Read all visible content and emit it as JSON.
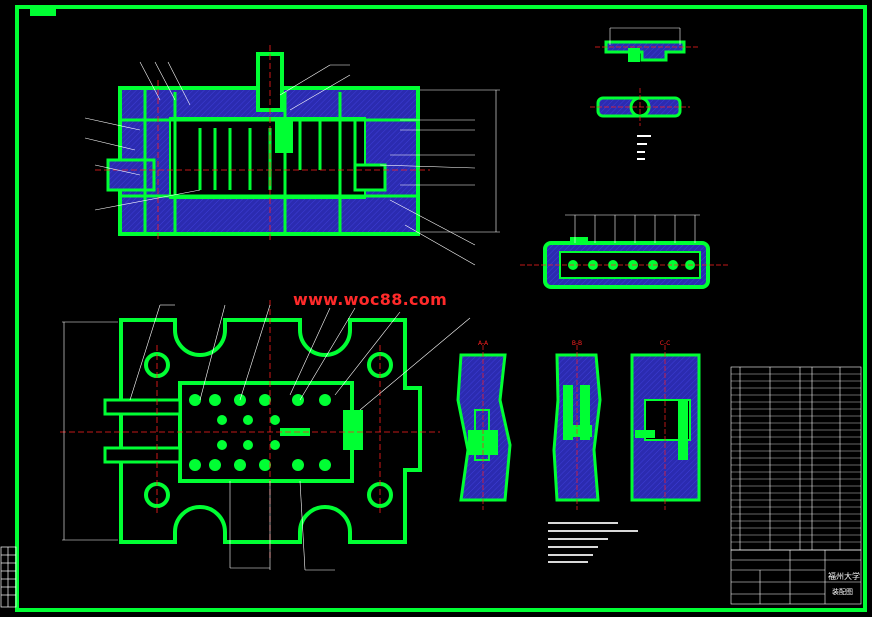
{
  "watermark": "www.woc88.com",
  "title_block": {
    "company": "福州大学",
    "drawing_no": "装配图"
  },
  "section_labels": [
    "A-A",
    "B-B",
    "C-C"
  ],
  "colors": {
    "outline": "#00ff33",
    "fill": "#2a2aa8",
    "leader": "#ffffff",
    "center": "#ff2020",
    "background": "#000000"
  }
}
